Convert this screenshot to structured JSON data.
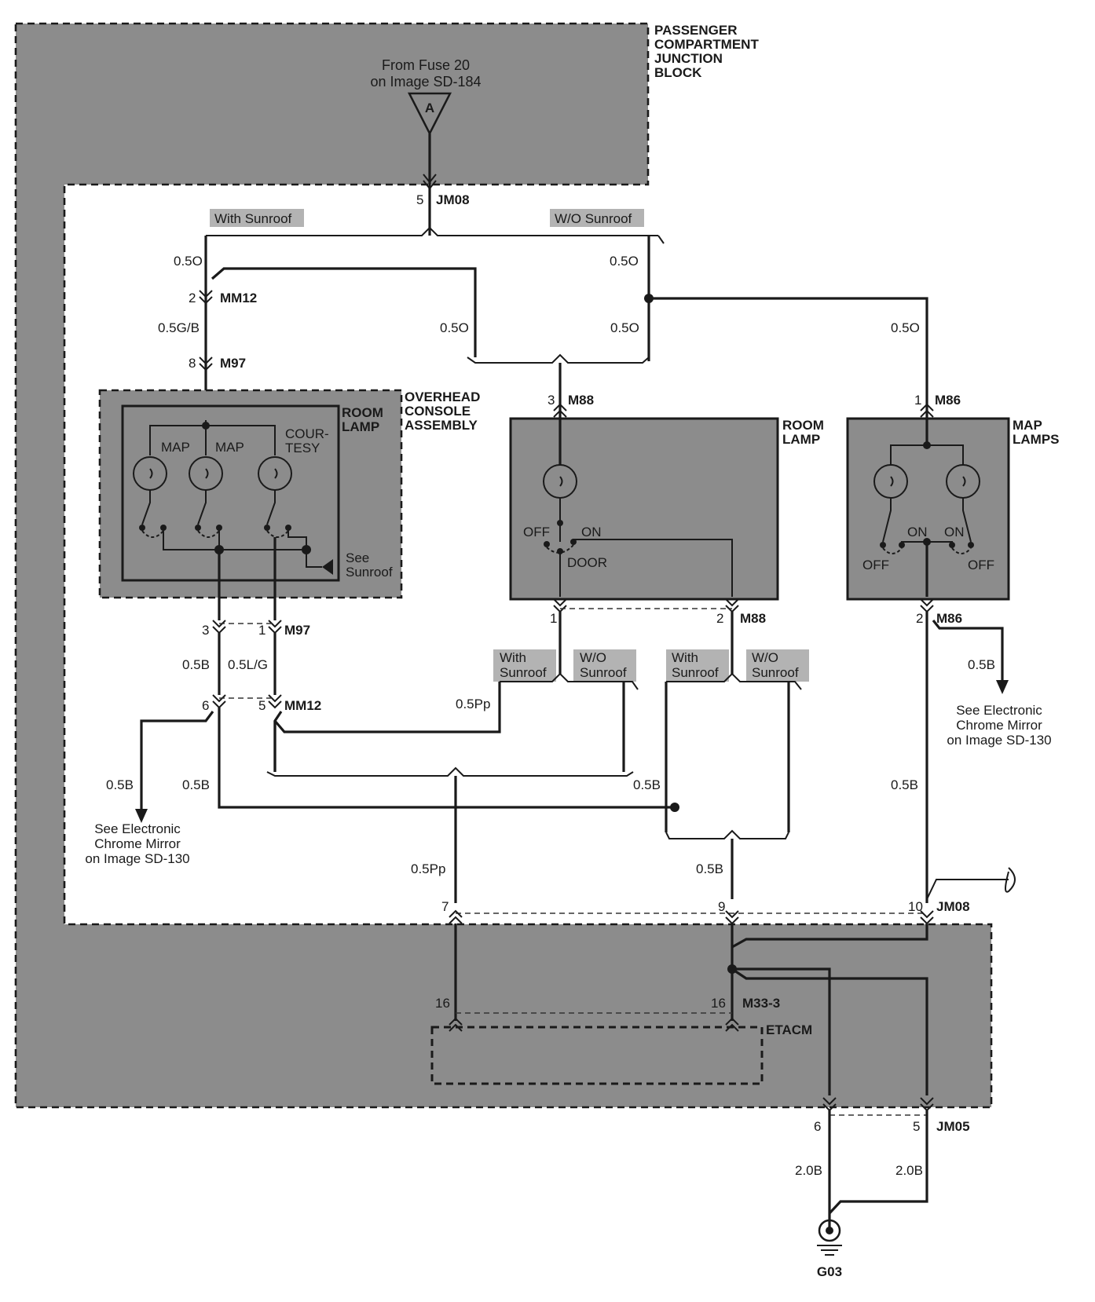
{
  "junction_block": {
    "title_lines": [
      "PASSENGER",
      "COMPARTMENT",
      "JUNCTION",
      "BLOCK"
    ]
  },
  "source": {
    "lines": [
      "From Fuse 20",
      "on Image SD-184"
    ],
    "symbol": "A"
  },
  "tags": {
    "with_sunroof": "With Sunroof",
    "wo_sunroof": "W/O Sunroof",
    "with_sunroof_2": [
      "With",
      "Sunroof"
    ],
    "wo_sunroof_2": [
      "W/O",
      "Sunroof"
    ]
  },
  "wire_labels": {
    "w05o": "0.5O",
    "w05gb": "0.5G/B",
    "w05b": "0.5B",
    "w05lg": "0.5L/G",
    "w05pp": "0.5Pp",
    "w20b": "2.0B"
  },
  "connectors": {
    "jm08": "JM08",
    "mm12": "MM12",
    "m97": "M97",
    "m88": "M88",
    "m86": "M86",
    "m33_3": "M33-3",
    "jm05": "JM05"
  },
  "pins": {
    "p1": "1",
    "p2": "2",
    "p3": "3",
    "p5": "5",
    "p6": "6",
    "p7": "7",
    "p8": "8",
    "p9": "9",
    "p10": "10",
    "p16": "16"
  },
  "overhead_console": {
    "title_lines": [
      "OVERHEAD",
      "CONSOLE",
      "ASSEMBLY"
    ],
    "room_lamp_lines": [
      "ROOM",
      "LAMP"
    ],
    "map": "MAP",
    "courtesy_lines": [
      "COUR-",
      "TESY"
    ],
    "see_lines": [
      "See",
      "Sunroof"
    ]
  },
  "room_lamp": {
    "title_lines": [
      "ROOM",
      "LAMP"
    ],
    "off": "OFF",
    "on": "ON",
    "door": "DOOR"
  },
  "map_lamps": {
    "title_lines": [
      "MAP",
      "LAMPS"
    ],
    "on": "ON",
    "off": "OFF"
  },
  "etacm": "ETACM",
  "ground": "G03",
  "references": {
    "mirror_lines": [
      "See Electronic",
      "Chrome Mirror",
      "on Image SD-130"
    ]
  }
}
